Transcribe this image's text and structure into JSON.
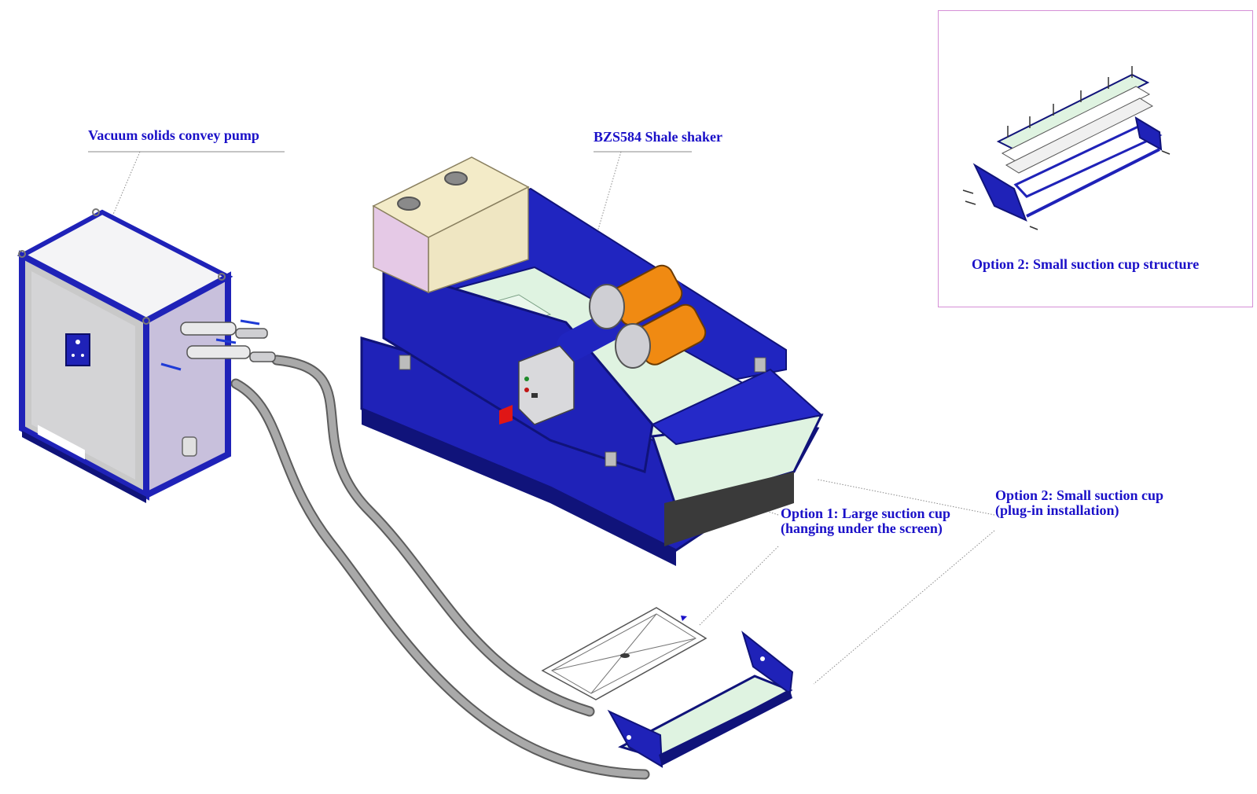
{
  "diagram": {
    "title": "",
    "labels": {
      "pump": "Vacuum solids convey pump",
      "shaker": "BZS584 Shale shaker",
      "option1_line1": "Option 1: Large suction cup",
      "option1_line2": "(hanging under the screen)",
      "option2_line1": "Option 2: Small suction cup",
      "option2_line2": "(plug-in installation)",
      "inset_caption": "Option 2: Small suction cup structure"
    },
    "colors": {
      "label_text": "#1a10c8",
      "frame_blue": "#1f22b8",
      "frame_dark": "#10137a",
      "panel_grey": "#c9c9c9",
      "panel_lilac": "#c8c0dc",
      "tank_beige": "#efe6c2",
      "screen_green": "#dff3e1",
      "motor_orange": "#f08a12",
      "hose_grey": "#8f8f8f",
      "leader_line": "#8a8a8a",
      "inset_border": "#d58fd6"
    },
    "components": [
      {
        "name": "vacuum-pump",
        "label": "Vacuum solids convey pump"
      },
      {
        "name": "shale-shaker",
        "label": "BZS584 Shale shaker"
      },
      {
        "name": "large-suction-cup",
        "label": "Option 1: Large suction cup (hanging under the screen)"
      },
      {
        "name": "small-suction-cup",
        "label": "Option 2: Small suction cup (plug-in installation)"
      },
      {
        "name": "small-suction-cup-structure",
        "label": "Option 2: Small suction cup structure"
      }
    ]
  }
}
